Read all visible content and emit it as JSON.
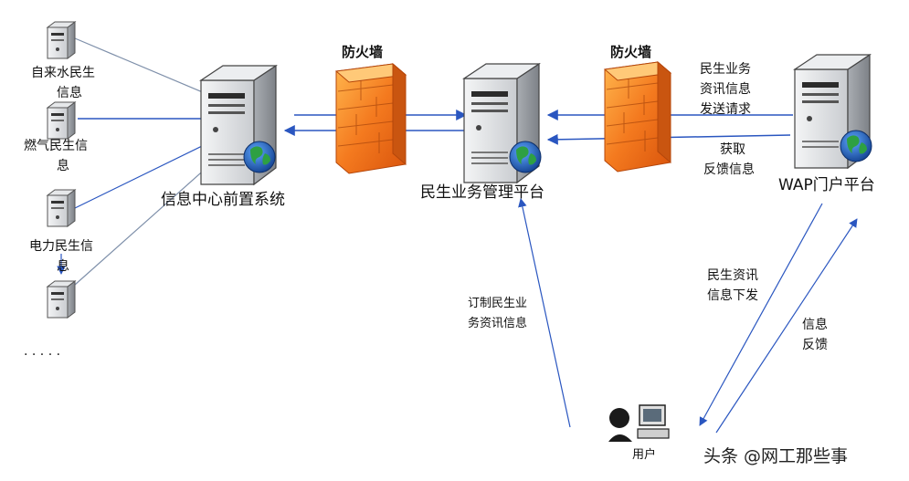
{
  "sources": {
    "water": [
      "自来水民生",
      "信息"
    ],
    "gas": [
      "燃气民生信",
      "息"
    ],
    "power": [
      "电力民生信",
      "息"
    ],
    "more": ". . . . ."
  },
  "firewall_left_label": "防火墙",
  "firewall_right_label": "防火墙",
  "front_system_label": "信息中心前置系统",
  "management_platform_label": "民生业务管理平台",
  "wap_portal_label": "WAP门户平台",
  "request_label": [
    "民生业务",
    "资讯信息",
    "发送请求"
  ],
  "feedback_top_label": [
    "获取",
    "反馈信息"
  ],
  "subscribe_label": [
    "订制民生业",
    "务资讯信息"
  ],
  "deliver_label": [
    "民生资讯",
    "信息下发"
  ],
  "user_feedback_label": [
    "信息",
    "反馈"
  ],
  "user_label": "用户",
  "watermark": "头条 @网工那些事",
  "colors": {
    "blue_arrow": "#2a56c0",
    "gray_arrow": "#8a9ab0",
    "firewall": "#f07a20",
    "server_body": "#d9dcdf"
  }
}
